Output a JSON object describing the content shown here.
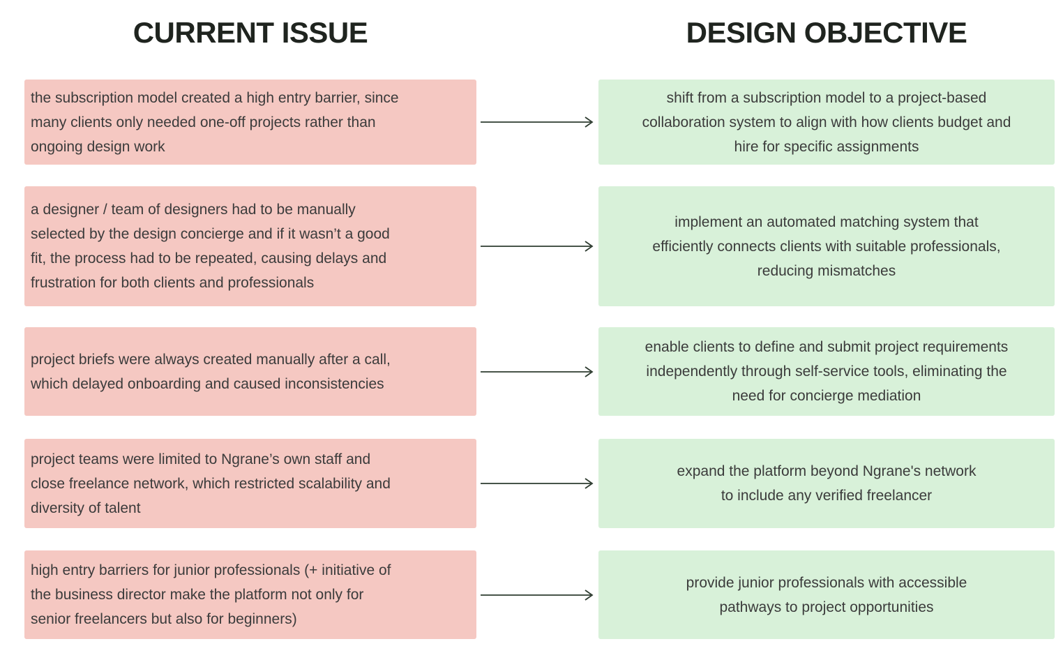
{
  "headers": {
    "left": "CURRENT ISSUE",
    "right": "DESIGN OBJECTIVE"
  },
  "colors": {
    "issue_box_bg": "#f5c8c2",
    "objective_box_bg": "#d8f1d9",
    "heading_text": "#1f241f",
    "body_text": "#3b3b3b",
    "arrow_stroke": "#2d3b2f",
    "page_bg": "#ffffff"
  },
  "rows": [
    {
      "issue": "the subscription model created a high entry barrier, since\nmany clients only needed one-off projects rather than\nongoing design work",
      "objective": "shift from a subscription model to a project-based\ncollaboration system to align with how clients budget and\nhire for specific assignments"
    },
    {
      "issue": "a designer / team of designers had to be manually\nselected by the design concierge and if it wasn’t a good\nfit, the process had to be repeated, causing delays and\nfrustration for both clients and professionals",
      "objective": "implement an automated matching system that\nefficiently connects clients with suitable professionals,\nreducing mismatches"
    },
    {
      "issue": "project briefs were always created manually after a call,\nwhich delayed onboarding and caused inconsistencies",
      "objective": "enable clients to define and submit project requirements\nindependently through self-service tools, eliminating the\nneed for concierge mediation"
    },
    {
      "issue": "project teams were limited to Ngrane’s own staff and\nclose freelance network, which restricted scalability and\ndiversity of talent",
      "objective": "expand the platform beyond Ngrane's network\nto include any verified freelancer"
    },
    {
      "issue": "high entry barriers for junior professionals (+ initiative of\nthe business director make the platform not only for\nsenior freelancers but also for beginners)",
      "objective": "provide junior professionals with accessible\npathways to project opportunities"
    }
  ]
}
